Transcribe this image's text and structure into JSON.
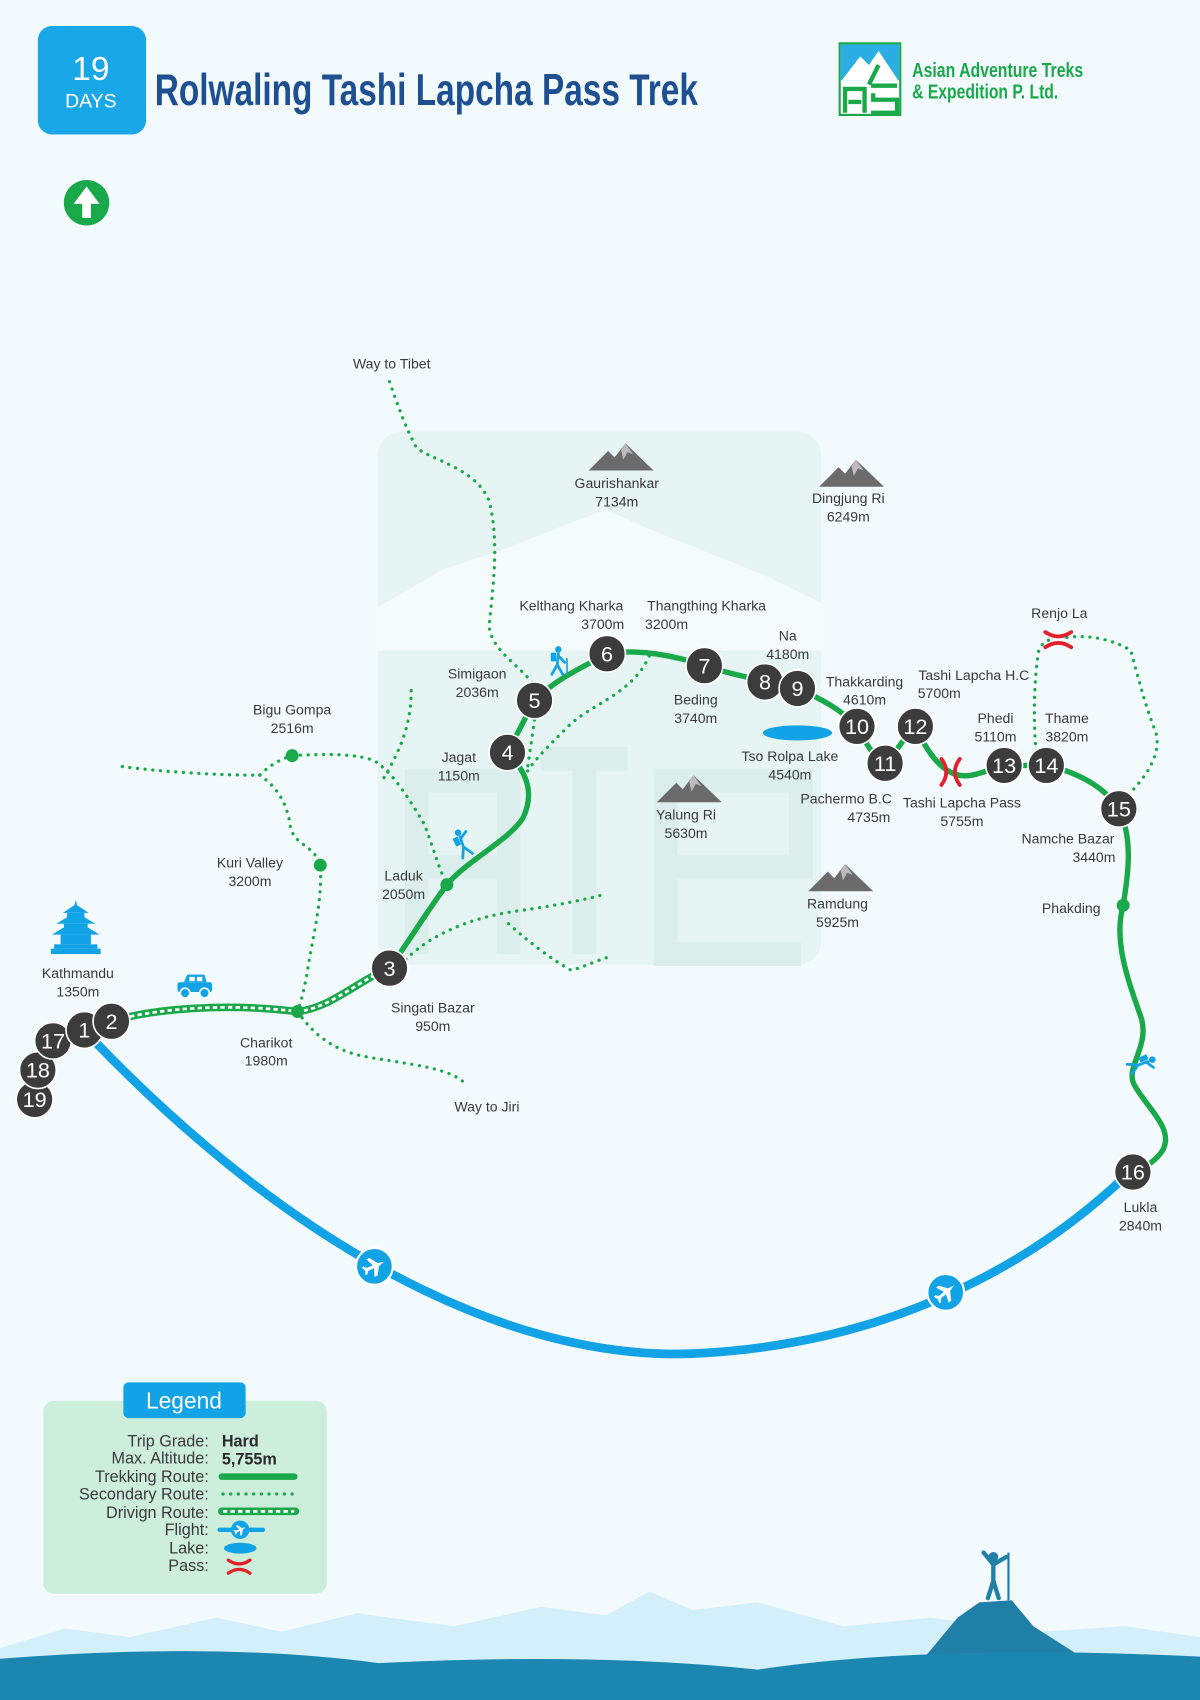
{
  "header": {
    "days_number": "19",
    "days_label": "DAYS",
    "title": "Rolwaling Tashi Lapcha Pass Trek"
  },
  "company": {
    "name_line1": "Asian Adventure Treks",
    "name_line2": "& Expedition P. Ltd."
  },
  "colors": {
    "trekking_route": "#1aa94a",
    "flight_route": "#12a3e6",
    "title": "#1d4f91",
    "day_badge": "#1aa7e8",
    "stop_marker": "#3c3c3c",
    "pass": "#e4202a",
    "legend_background": "#cdeedb"
  },
  "stops": [
    "1",
    "2",
    "3",
    "4",
    "5",
    "6",
    "7",
    "8",
    "9",
    "10",
    "11",
    "12",
    "13",
    "14",
    "15",
    "16",
    "17",
    "18",
    "19"
  ],
  "places": {
    "kathmandu": {
      "name": "Kathmandu",
      "altitude": "1350m"
    },
    "charikot": {
      "name": "Charikot",
      "altitude": "1980m"
    },
    "singati_bazar": {
      "name": "Singati Bazar",
      "altitude": "950m"
    },
    "laduk": {
      "name": "Laduk",
      "altitude": "2050m"
    },
    "kuri_valley": {
      "name": "Kuri Valley",
      "altitude": "3200m"
    },
    "bigu_gompa": {
      "name": "Bigu Gompa",
      "altitude": "2516m"
    },
    "jagat": {
      "name": "Jagat",
      "altitude": "1150m"
    },
    "simigaon": {
      "name": "Simigaon",
      "altitude": "2036m"
    },
    "kelthang_kharka": {
      "name": "Kelthang Kharka",
      "altitude": "3700m"
    },
    "thangthing_kharka": {
      "name": "Thangthing Kharka",
      "altitude": "3200m"
    },
    "beding": {
      "name": "Beding",
      "altitude": "3740m"
    },
    "na": {
      "name": "Na",
      "altitude": "4180m"
    },
    "thakkarding": {
      "name": "Thakkarding",
      "altitude": "4610m"
    },
    "tso_rolpa_lake": {
      "name": "Tso Rolpa Lake",
      "altitude": "4540m"
    },
    "pachermo_bc": {
      "name": "Pachermo B.C",
      "altitude": "4735m"
    },
    "tashi_lapcha_hc": {
      "name": "Tashi Lapcha H.C",
      "altitude": "5700m"
    },
    "tashi_lapcha_pass": {
      "name": "Tashi Lapcha Pass",
      "altitude": "5755m"
    },
    "phedi": {
      "name": "Phedi",
      "altitude": "5110m"
    },
    "thame": {
      "name": "Thame",
      "altitude": "3820m"
    },
    "renjo_la": {
      "name": "Renjo La"
    },
    "namche_bazar": {
      "name": "Namche Bazar",
      "altitude": "3440m"
    },
    "phakding": {
      "name": "Phakding"
    },
    "lukla": {
      "name": "Lukla",
      "altitude": "2840m"
    }
  },
  "mountains": {
    "gaurishankar": {
      "name": "Gaurishankar",
      "altitude": "7134m"
    },
    "dingjung_ri": {
      "name": "Dingjung Ri",
      "altitude": "6249m"
    },
    "yalung_ri": {
      "name": "Yalung Ri",
      "altitude": "5630m"
    },
    "ramdung": {
      "name": "Ramdung",
      "altitude": "5925m"
    }
  },
  "directions": {
    "tibet": "Way to Tibet",
    "jiri": "Way to Jiri"
  },
  "legend": {
    "title": "Legend",
    "trip_grade_label": "Trip Grade:",
    "trip_grade_value": "Hard",
    "max_altitude_label": "Max. Altitude:",
    "max_altitude_value": "5,755m",
    "trekking_route_label": "Trekking Route:",
    "secondary_route_label": "Secondary Route:",
    "driving_route_label": "Drivign Route:",
    "flight_label": "Flight:",
    "lake_label": "Lake:",
    "pass_label": "Pass:"
  },
  "icons": {
    "north": "north-arrow-icon",
    "temple": "temple-icon",
    "jeep": "jeep-icon",
    "hiker": "hiker-icon",
    "climber": "climber-icon",
    "plane": "airplane-icon",
    "mountain": "mountain-peak-icon",
    "pass": "pass-icon",
    "lake": "lake-icon",
    "logo": "company-logo"
  }
}
